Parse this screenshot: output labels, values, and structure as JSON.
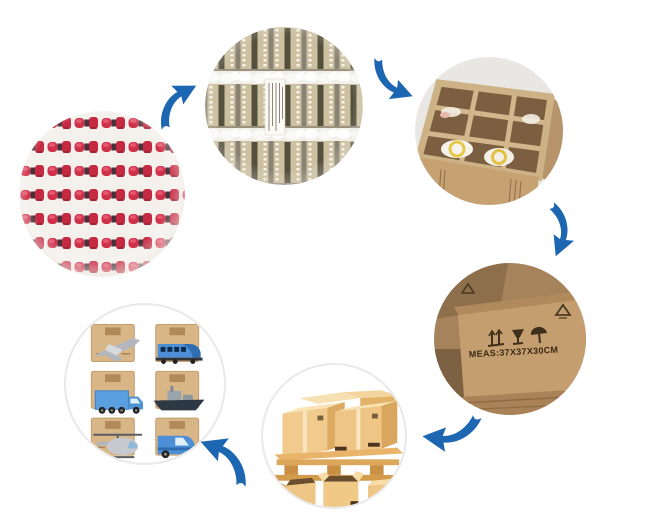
{
  "scene": {
    "description": "packaging-and-shipping-process-flow",
    "background": "#ffffff"
  },
  "colors": {
    "arrow_blue": "#1d66b2",
    "carton_brown": "#c49e6e",
    "illustration_tan": "#eec584",
    "adapter_red": "#d0314a",
    "circle_ring_gray": "#e9e9e9"
  },
  "steps": [
    {
      "id": 1,
      "icon": "bulk-red-adapters-photo"
    },
    {
      "id": 2,
      "icon": "foam-wrapped-modules-photo"
    },
    {
      "id": 3,
      "icon": "partitioned-carton-photo"
    },
    {
      "id": 4,
      "icon": "master-carton-photo",
      "printed_text": "MEAS:37X37X30CM",
      "printed_icons": [
        "this-way-up-icon",
        "fragile-icon",
        "keep-dry-icon",
        "recycle-icon"
      ]
    },
    {
      "id": 5,
      "icon": "palletized-boxes-illustration"
    },
    {
      "id": 6,
      "icon": "transport-modes-illustration",
      "transport_icons": [
        "airplane",
        "train",
        "truck",
        "ship",
        "helicopter",
        "van"
      ]
    }
  ],
  "arrows": [
    {
      "from": 1,
      "to": 2,
      "direction": "up-right"
    },
    {
      "from": 2,
      "to": 3,
      "direction": "down-right"
    },
    {
      "from": 3,
      "to": 4,
      "direction": "down"
    },
    {
      "from": 4,
      "to": 5,
      "direction": "left"
    },
    {
      "from": 5,
      "to": 6,
      "direction": "up-left"
    }
  ]
}
